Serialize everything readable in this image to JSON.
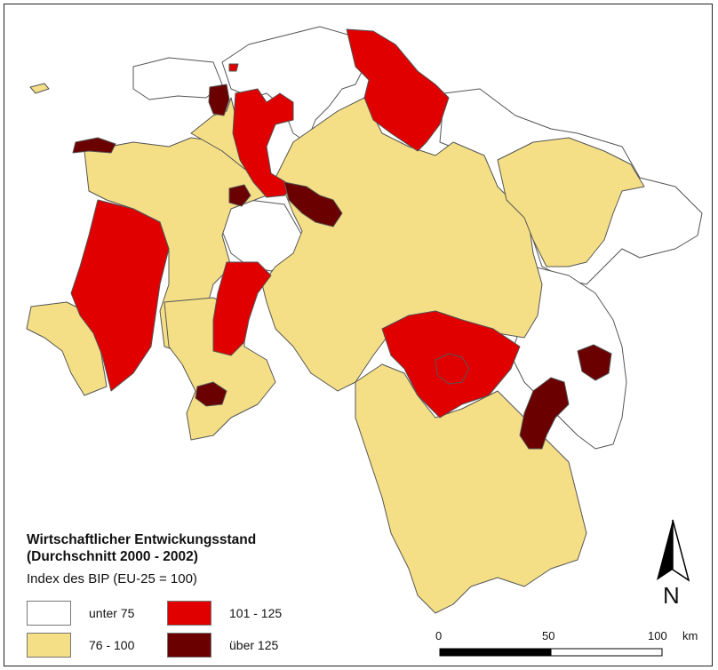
{
  "legend": {
    "title_line1": "Wirtschaftlicher Entwickungsstand",
    "title_line2": "(Durchschnitt 2000 - 2002)",
    "subtitle": "Index des BIP (EU-25 = 100)",
    "classes": [
      {
        "label": "unter 75",
        "color": "#ffffff"
      },
      {
        "label": "76 - 100",
        "color": "#f5df86"
      },
      {
        "label": "101 - 125",
        "color": "#e00000"
      },
      {
        "label": "über 125",
        "color": "#6b0000"
      }
    ]
  },
  "scale_bar": {
    "ticks": [
      "0",
      "50",
      "100"
    ],
    "unit": "km"
  },
  "north_arrow": {
    "letter": "N",
    "icon": "north-arrow-icon"
  },
  "colors": {
    "outline": "#555555",
    "frame": "#222222"
  }
}
